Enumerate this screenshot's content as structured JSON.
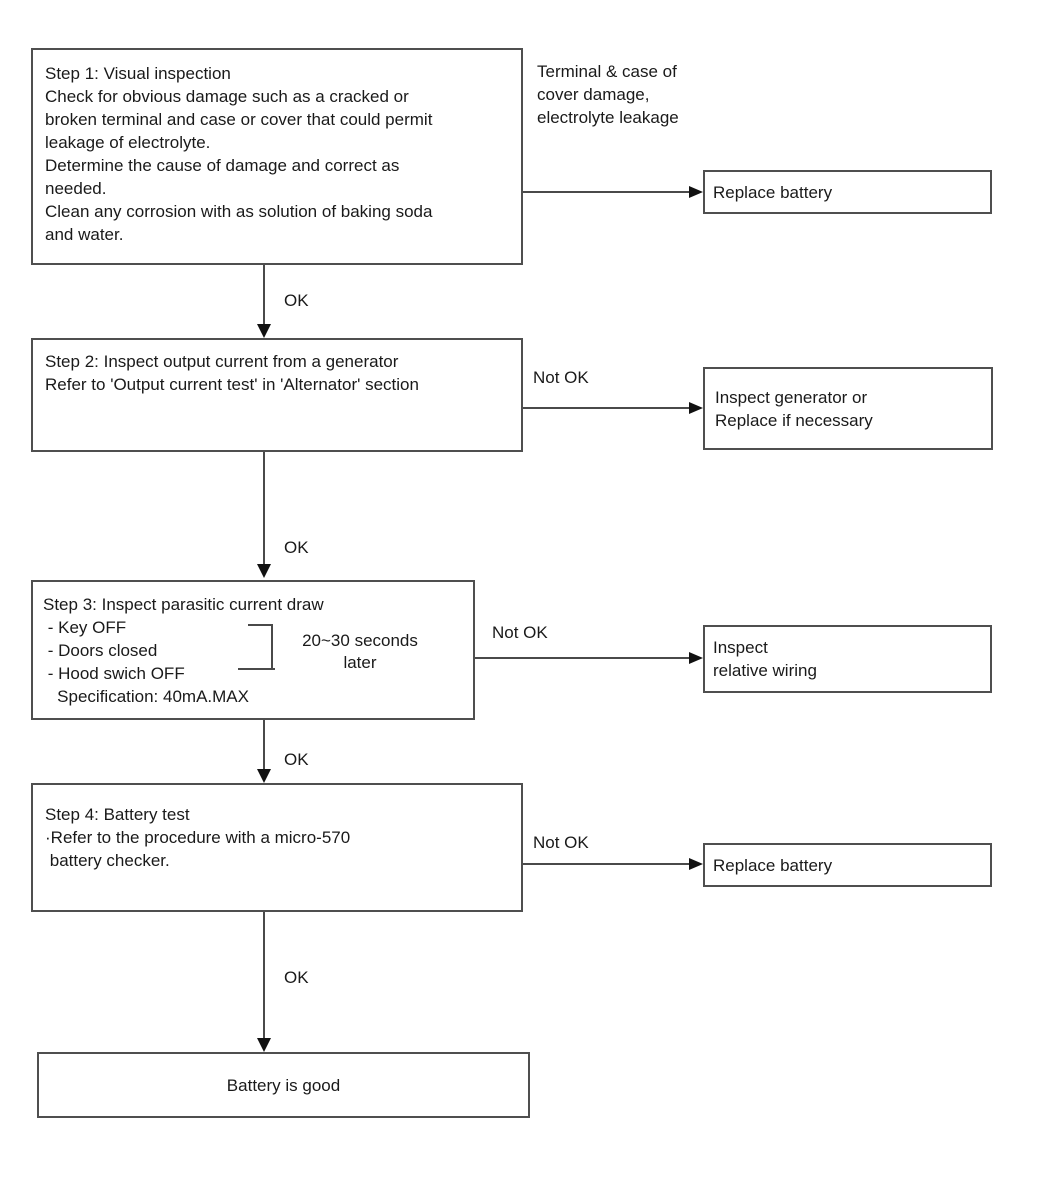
{
  "flowchart": {
    "step1": {
      "box": "Step 1: Visual inspection\nCheck for obvious damage such as a cracked or\nbroken terminal and case or cover that could permit\nleakage of electrolyte.\nDetermine the cause of damage and correct as\nneeded.\nClean any corrosion with as solution of baking soda\nand water.",
      "fail_condition": "Terminal & case of\ncover damage,\nelectrolyte leakage",
      "fail_action": "Replace battery",
      "ok_label": "OK"
    },
    "step2": {
      "box": "Step 2: Inspect output current from a generator\nRefer to 'Output current test' in 'Alternator' section",
      "fail_label": "Not OK",
      "fail_action": "Inspect generator or\nReplace if necessary",
      "ok_label": "OK"
    },
    "step3": {
      "box": "Step 3: Inspect parasitic current draw\n - Key OFF\n - Doors closed\n - Hood swich OFF\n   Specification: 40mA.MAX",
      "timing_note": "20~30 seconds\nlater",
      "fail_label": "Not OK",
      "fail_action": "Inspect\nrelative wiring",
      "ok_label": "OK"
    },
    "step4": {
      "box": "Step 4: Battery test\n·Refer to the procedure with a micro-570\n battery checker.",
      "fail_label": "Not OK",
      "fail_action": "Replace battery",
      "ok_label": "OK"
    },
    "result": "Battery is good"
  },
  "colors": {
    "box_border": "#4f4f4f",
    "line": "#4a4a4a",
    "arrow": "#111111",
    "text": "#1a1a1a",
    "background": "#ffffff"
  }
}
